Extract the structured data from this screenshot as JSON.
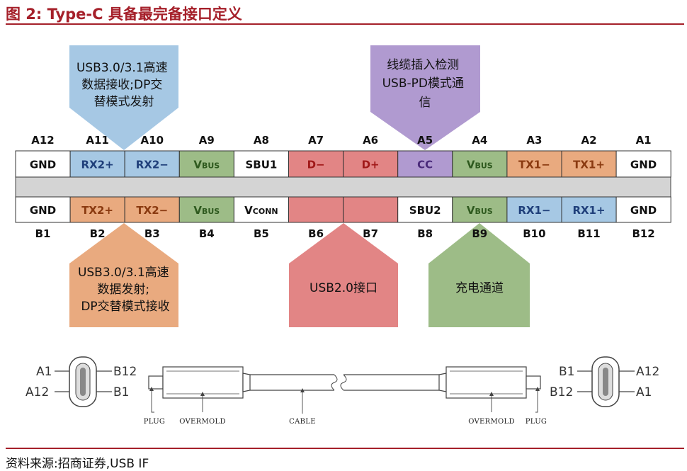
{
  "title": "图 2:  Type-C 具备最完备接口定义",
  "source": "资料来源:招商证券,USB IF",
  "colors": {
    "blue": "#a6c8e4",
    "orange": "#e9aa7f",
    "green": "#9dbc87",
    "red": "#e28585",
    "purple": "#b09ad0",
    "white": "#ffffff",
    "gray": "#d4d4d4"
  },
  "top_labels": [
    "A12",
    "A11",
    "A10",
    "A9",
    "A8",
    "A7",
    "A6",
    "A5",
    "A4",
    "A3",
    "A2",
    "A1"
  ],
  "bottom_labels": [
    "B1",
    "B2",
    "B3",
    "B4",
    "B5",
    "B6",
    "B7",
    "B8",
    "B9",
    "B10",
    "B11",
    "B12"
  ],
  "top_row": [
    {
      "main": "GND",
      "sub": "",
      "color": "white",
      "text_color": "#111111"
    },
    {
      "main": "RX2+",
      "sub": "",
      "color": "blue",
      "text_color": "#1f3f7a"
    },
    {
      "main": "RX2−",
      "sub": "",
      "color": "blue",
      "text_color": "#1f3f7a"
    },
    {
      "main": "V",
      "sub": "BUS",
      "color": "green",
      "text_color": "#2f5a1f"
    },
    {
      "main": "SBU1",
      "sub": "",
      "color": "white",
      "text_color": "#111111"
    },
    {
      "main": "D−",
      "sub": "",
      "color": "red",
      "text_color": "#a01818"
    },
    {
      "main": "D+",
      "sub": "",
      "color": "red",
      "text_color": "#a01818"
    },
    {
      "main": "CC",
      "sub": "",
      "color": "purple",
      "text_color": "#4a2a7a"
    },
    {
      "main": "V",
      "sub": "BUS",
      "color": "green",
      "text_color": "#2f5a1f"
    },
    {
      "main": "TX1−",
      "sub": "",
      "color": "orange",
      "text_color": "#8a3a10"
    },
    {
      "main": "TX1+",
      "sub": "",
      "color": "orange",
      "text_color": "#8a3a10"
    },
    {
      "main": "GND",
      "sub": "",
      "color": "white",
      "text_color": "#111111"
    }
  ],
  "bottom_row": [
    {
      "main": "GND",
      "sub": "",
      "color": "white",
      "text_color": "#111111"
    },
    {
      "main": "TX2+",
      "sub": "",
      "color": "orange",
      "text_color": "#8a3a10"
    },
    {
      "main": "TX2−",
      "sub": "",
      "color": "orange",
      "text_color": "#8a3a10"
    },
    {
      "main": "V",
      "sub": "BUS",
      "color": "green",
      "text_color": "#2f5a1f"
    },
    {
      "main": "V",
      "sub": "CONN",
      "color": "white",
      "text_color": "#111111"
    },
    {
      "main": "",
      "sub": "",
      "color": "red",
      "text_color": "#a01818"
    },
    {
      "main": "",
      "sub": "",
      "color": "red",
      "text_color": "#a01818"
    },
    {
      "main": "SBU2",
      "sub": "",
      "color": "white",
      "text_color": "#111111"
    },
    {
      "main": "V",
      "sub": "BUS",
      "color": "green",
      "text_color": "#2f5a1f"
    },
    {
      "main": "RX1−",
      "sub": "",
      "color": "blue",
      "text_color": "#1f3f7a"
    },
    {
      "main": "RX1+",
      "sub": "",
      "color": "blue",
      "text_color": "#1f3f7a"
    },
    {
      "main": "GND",
      "sub": "",
      "color": "white",
      "text_color": "#111111"
    }
  ],
  "callouts": {
    "usb3_rx": [
      "USB3.0/3.1高速",
      "数据接收;DP交",
      "替模式发射"
    ],
    "cc": [
      "线缆插入检测",
      "USB-PD模式通",
      "信"
    ],
    "usb3_tx": [
      "USB3.0/3.1高速",
      "数据发射;",
      "DP交替模式接收"
    ],
    "usb2": [
      "USB2.0接口"
    ],
    "charge": [
      "充电通道"
    ]
  },
  "cable": {
    "left_top_left": "A1",
    "left_top_right": "B12",
    "left_bottom_left": "A12",
    "left_bottom_right": "B1",
    "right_top_left": "B1",
    "right_top_right": "A12",
    "right_bottom_left": "B12",
    "right_bottom_right": "A1",
    "plug": "PLUG",
    "overmold": "OVERMOLD",
    "cable": "CABLE"
  }
}
